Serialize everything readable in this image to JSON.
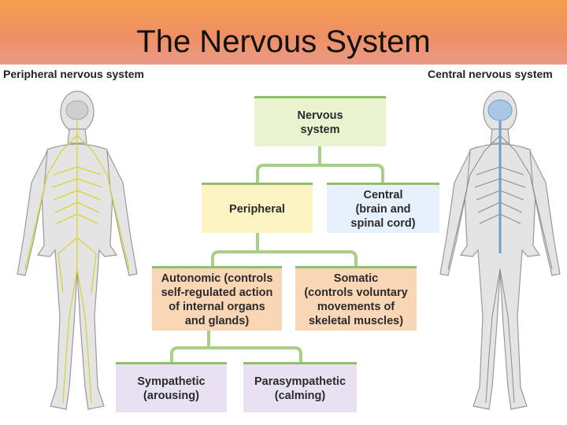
{
  "slide": {
    "title": "The Nervous System",
    "left_label": "Peripheral nervous system",
    "right_label": "Central nervous system"
  },
  "diagram": {
    "root": "Nervous\nsystem",
    "peripheral": "Peripheral",
    "central": "Central\n(brain and\nspinal cord)",
    "autonomic": "Autonomic (controls\nself-regulated action\nof internal organs\nand glands)",
    "somatic": "Somatic\n(controls voluntary\nmovements of\nskeletal muscles)",
    "sympathetic": "Sympathetic\n(arousing)",
    "parasympathetic": "Parasympathetic\n(calming)"
  },
  "colors": {
    "connector": "#a9cf86",
    "root_box": "#e9f3cf",
    "peripheral_box": "#fbf3c2",
    "central_box": "#e7f1fb",
    "level3_box": "#f8d6b6",
    "level4_box": "#e7e1f1",
    "pns_nerves": "#d8d33a",
    "cns_nerves": "#6e9fc9"
  },
  "illustrations": {
    "left": "human-figure-peripheral-nerves",
    "right": "human-figure-central-nervous-system"
  }
}
